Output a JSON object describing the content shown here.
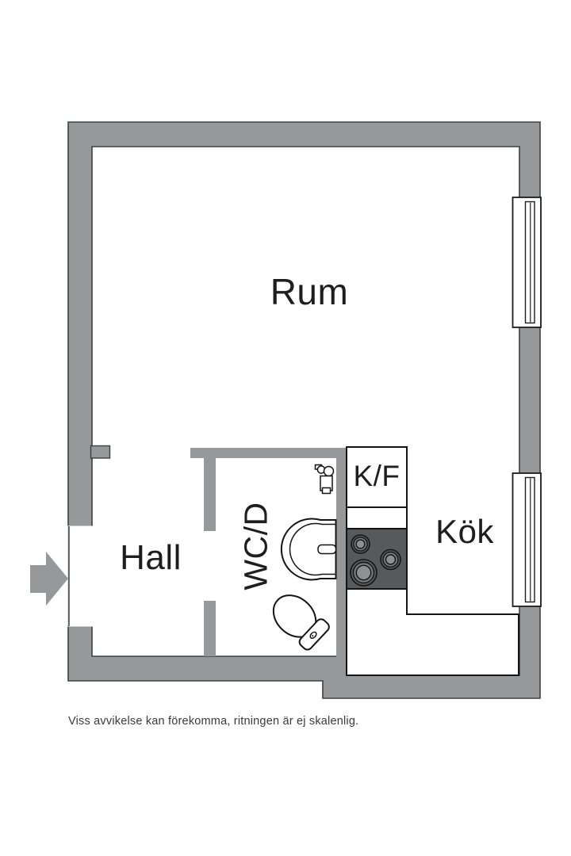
{
  "floorplan": {
    "room_labels": {
      "rum": "Rum",
      "hall": "Hall",
      "wc": "WC/D",
      "kok": "Kök",
      "kf": "K/F"
    },
    "footnote": "Viss avvikelse kan förekomma, ritningen är ej skalenlig.",
    "features": {
      "windows": 2,
      "stove_burners": 3,
      "entrance_marker": "arrow-right"
    },
    "colors": {
      "wall": "#969899",
      "wall-outline": "#3e4042",
      "fixture-outline": "#141414",
      "stove": "#58595b",
      "label": "#1e1e1e",
      "footnote": "#3a3a3a",
      "background": "#ffffff"
    }
  }
}
